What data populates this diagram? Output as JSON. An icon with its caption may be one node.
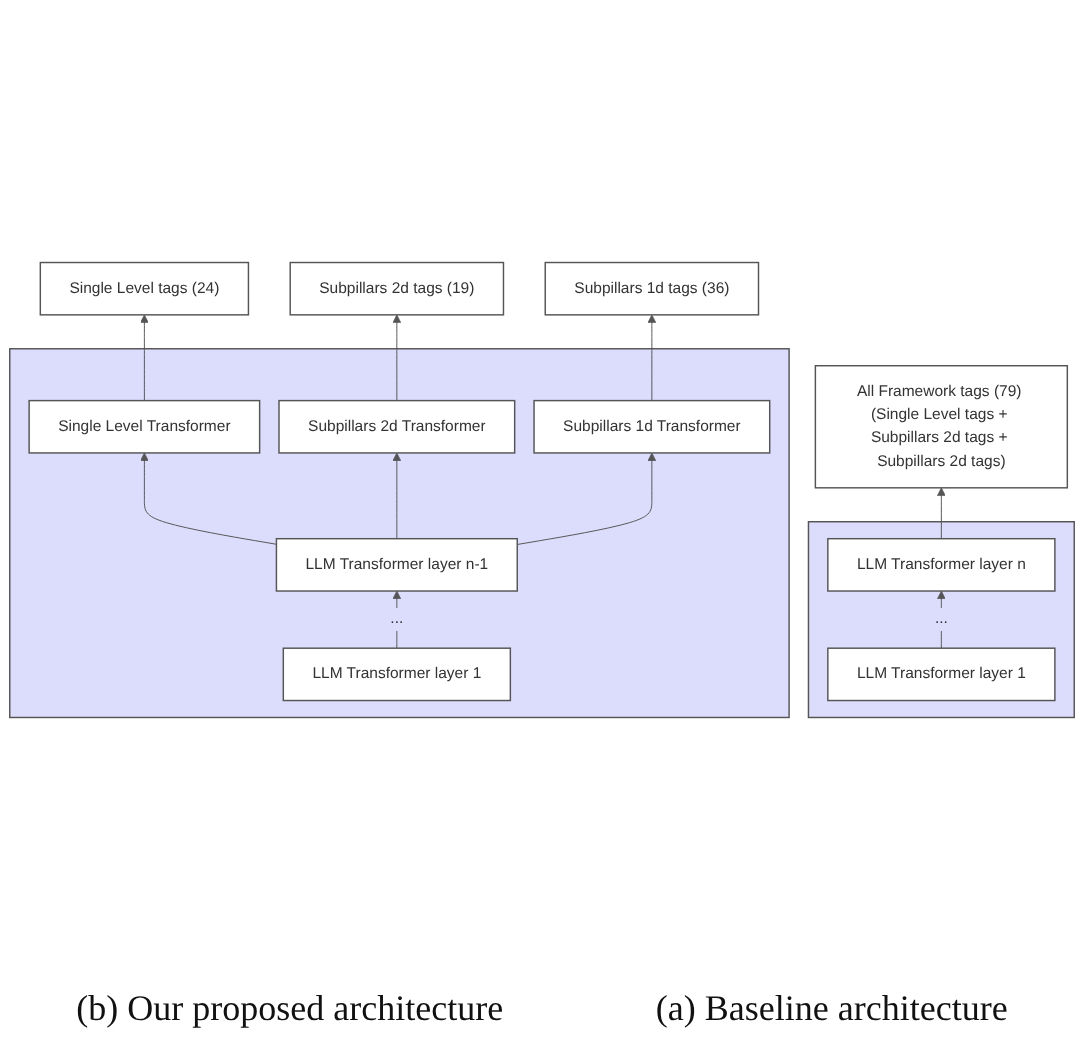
{
  "diagram": {
    "nodes": [
      {
        "text": [
          "All Framework tags (79) (Single Level tags + Subpillars 2d tags + Subpillars 2d tags)"
        ]
      },
      {
        "text": [],
        "shape": "box"
      },
      {
        "text": [
          "LLM Transformer layer n"
        ],
        "in": 1
      },
      {
        "text": [
          "LLM Transformer layer 1"
        ],
        "in": 1
      },
      {
        "text": [
          "Single Level tags (24)"
        ]
      },
      {
        "text": [
          "Subpillars 2d tags (19)"
        ]
      },
      {
        "text": [
          "Subpillars 1d tags (36)"
        ]
      },
      {
        "text": [],
        "shape": "box"
      },
      {
        "text": [
          "Single Level Transformer"
        ],
        "in": 7
      },
      {
        "text": [
          "Subpillars 2d Transformer"
        ],
        "in": 7
      },
      {
        "text": [
          "Subpillars 1d Transformer"
        ],
        "in": 7
      },
      {
        "text": [
          "LLM Transformer layer n-1"
        ],
        "in": 7
      },
      {
        "text": [
          "LLM Transformer layer 1"
        ],
        "in": 7
      }
    ],
    "edges": [
      {
        "from": 2,
        "to": 0,
        "arrow": "to"
      },
      {
        "from": 3,
        "to": 2,
        "arrow": "to",
        "label": "..."
      },
      {
        "from": 8,
        "to": 4,
        "arrow": "to"
      },
      {
        "from": 9,
        "to": 5,
        "arrow": "to"
      },
      {
        "from": 10,
        "to": 6,
        "arrow": "to"
      },
      {
        "from": 11,
        "to": 8,
        "arrow": "to"
      },
      {
        "from": 11,
        "to": 9,
        "arrow": "to"
      },
      {
        "from": 11,
        "to": 10,
        "arrow": "to"
      },
      {
        "from": 12,
        "to": 11,
        "arrow": "to",
        "label": "..."
      }
    ],
    "labels": [
      "(a) Baseline architecture",
      "(b) Our proposed architecture"
    ]
  }
}
